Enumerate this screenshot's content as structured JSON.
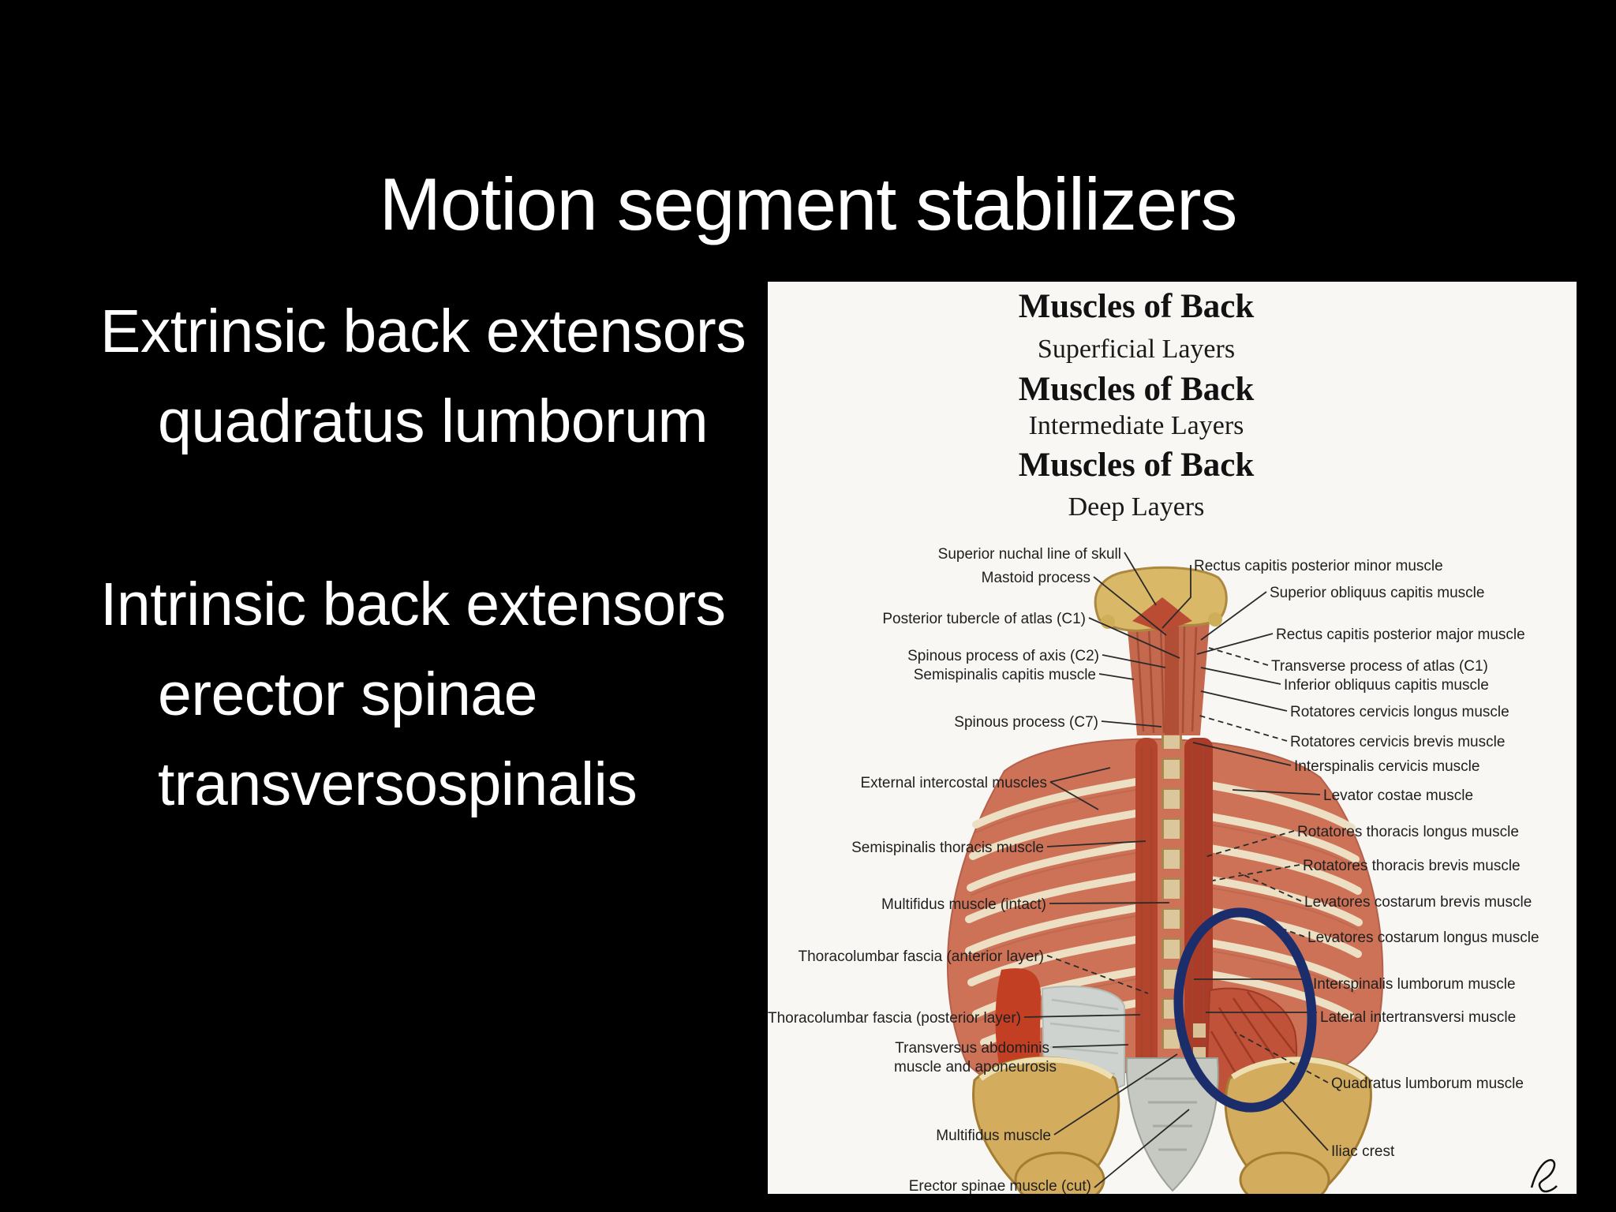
{
  "slide": {
    "title": "Motion segment stabilizers",
    "bullets": [
      {
        "text": "Extrinsic back extensors"
      },
      {
        "text": "quadratus lumborum"
      },
      {
        "text": "Intrinsic back extensors"
      },
      {
        "text": "erector spinae"
      },
      {
        "text": "transversospinalis"
      }
    ]
  },
  "figure": {
    "heading": [
      "Muscles of Back",
      "Superficial Layers",
      "Muscles of Back",
      "Intermediate Layers",
      "Muscles of Back",
      "Deep Layers"
    ],
    "labels_left": [
      "Superior nuchal line of skull",
      "Mastoid process",
      "Posterior tubercle of atlas (C1)",
      "Spinous process of axis (C2)",
      "Semispinalis capitis muscle",
      "Spinous process (C7)",
      "External intercostal muscles",
      "Semispinalis thoracis muscle",
      "Multifidus muscle (intact)",
      "Thoracolumbar fascia (anterior layer)",
      "Thoracolumbar fascia (posterior layer)",
      "Transversus abdominis",
      "muscle and aponeurosis",
      "Multifidus muscle",
      "Erector spinae muscle (cut)"
    ],
    "labels_right": [
      "Rectus capitis posterior minor muscle",
      "Superior obliquus capitis muscle",
      "Rectus capitis posterior major muscle",
      "Transverse process of atlas (C1)",
      "Inferior obliquus capitis muscle",
      "Rotatores cervicis longus muscle",
      "Rotatores cervicis brevis muscle",
      "Interspinalis cervicis muscle",
      "Levator costae muscle",
      "Rotatores thoracis longus muscle",
      "Rotatores thoracis brevis muscle",
      "Levatores costarum brevis muscle",
      "Levatores costarum longus muscle",
      "Interspinalis lumborum muscle",
      "Lateral intertransversi muscle",
      "Quadratus lumborum muscle",
      "Iliac crest"
    ],
    "colors": {
      "slide_background": "#000000",
      "panel_background": "#f8f7f4",
      "highlight_ellipse": "#1c2d6b",
      "slide_text": "#ffffff",
      "label_text": "#1f1f1f"
    }
  }
}
